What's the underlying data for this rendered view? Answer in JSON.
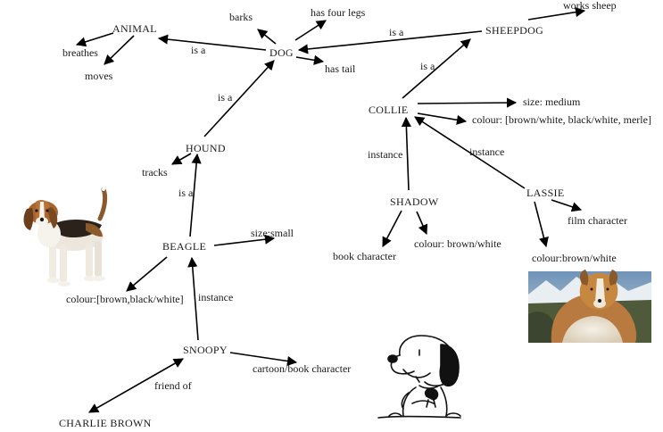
{
  "nodes": {
    "animal": "ANIMAL",
    "dog": "DOG",
    "sheepdog": "SHEEPDOG",
    "hound": "HOUND",
    "collie": "COLLIE",
    "beagle": "BEAGLE",
    "shadow": "SHADOW",
    "lassie": "LASSIE",
    "snoopy": "SNOOPY",
    "charlie_brown": "CHARLIE BROWN"
  },
  "properties": {
    "breathes": "breathes",
    "moves": "moves",
    "barks": "barks",
    "has_four_legs": "has four legs",
    "has_tail": "has tail",
    "works_sheep": "works sheep",
    "size_medium": "size: medium",
    "collie_colour": "colour: [brown/white, black/white, merle]",
    "tracks": "tracks",
    "size_small": "size:small",
    "beagle_colour": "colour:[brown,black/white]",
    "book_character": "book character",
    "shadow_colour": "colour: brown/white",
    "film_character": "film character",
    "lassie_colour": "colour:brown/white",
    "cartoon_book_character": "cartoon/book character"
  },
  "relations": {
    "dog_is_a_animal": "is a",
    "sheepdog_is_a_dog": "is a",
    "collie_is_a_sheepdog": "is a",
    "hound_is_a_dog": "is a",
    "beagle_is_a_hound": "is a",
    "shadow_instance_collie": "instance",
    "lassie_instance_collie": "instance",
    "snoopy_instance_beagle": "instance",
    "charlie_friend_of_snoopy": "friend of"
  },
  "images": {
    "beagle_photo": "beagle-photo",
    "collie_photo": "collie-photo",
    "snoopy_drawing": "snoopy-drawing"
  }
}
